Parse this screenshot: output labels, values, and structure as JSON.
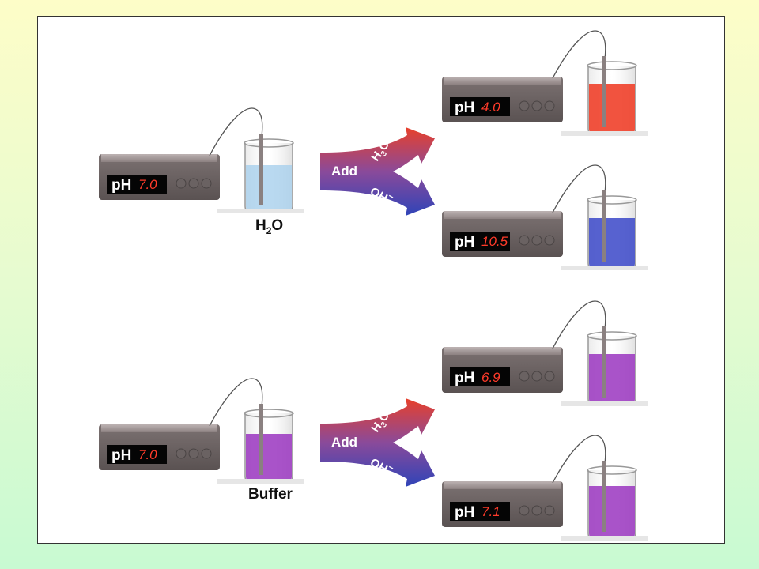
{
  "scene": {
    "water_label_main": "H",
    "water_label_sub": "2",
    "water_label_tail": "O",
    "buffer_label": "Buffer",
    "ph_prefix": "pH",
    "arrow": {
      "add_label": "Add",
      "acid_main": "H",
      "acid_sub": "3",
      "acid_tail": "O",
      "acid_sup": "+",
      "base_main": "OH",
      "base_sup": "−"
    },
    "meters": {
      "water_initial": "7.0",
      "water_acid": "4.0",
      "water_base": "10.5",
      "buffer_initial": "7.0",
      "buffer_acid": "6.9",
      "buffer_base": "7.1"
    },
    "colors": {
      "neutral_water": "#a8d0ec",
      "acid_result": "#f0402a",
      "base_result": "#3a46c8",
      "buffer": "#9a35c0",
      "arrow_red": "#e8402a",
      "arrow_blue": "#2f44b8"
    }
  }
}
